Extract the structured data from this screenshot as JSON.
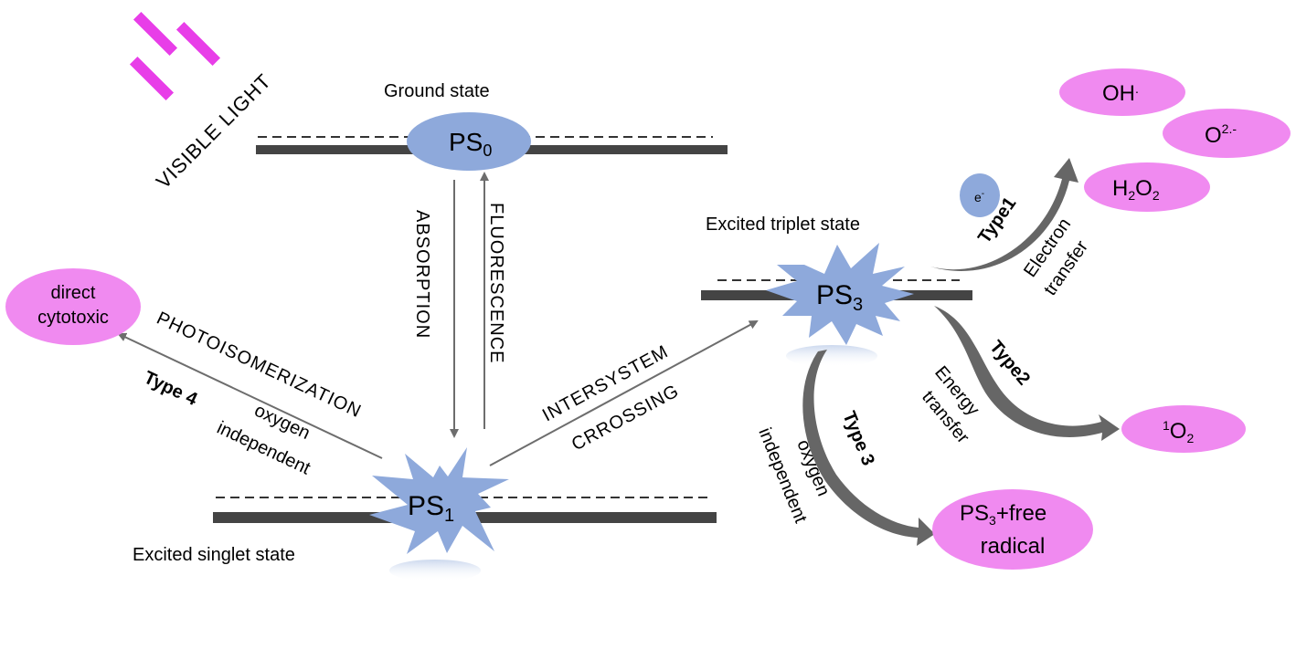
{
  "colors": {
    "level_line": "#444444",
    "ps_fill": "#8ea9db",
    "product_fill": "#f08af0",
    "light_ray": "#e83ee8",
    "arrow": "#6d6d6d"
  },
  "light": {
    "label": "VISIBLE LIGHT"
  },
  "states": {
    "ground": {
      "label": "Ground state",
      "ps_main": "PS",
      "ps_sub": "0"
    },
    "singlet": {
      "label": "Excited singlet state",
      "ps_main": "PS",
      "ps_sub": "1"
    },
    "triplet": {
      "label": "Excited triplet state",
      "ps_main": "PS",
      "ps_sub": "3"
    }
  },
  "transitions": {
    "absorption": "ABSORPTION",
    "fluorescence": "FLUORESCENCE",
    "photoisomerization": "PHOTOISOMERIZATION",
    "isc_line1": "INTERSYSTEM",
    "isc_line2": "CRROSSING"
  },
  "pathways": {
    "type1": {
      "label": "Type1",
      "desc1": "Electron",
      "desc2": "transfer",
      "electron": "e",
      "electron_sup": "-"
    },
    "type2": {
      "label": "Type2",
      "desc1": "Energy",
      "desc2": "transfer"
    },
    "type3": {
      "label": "Type 3",
      "desc1": "oxygen",
      "desc2": "independent"
    },
    "type4": {
      "label": "Type 4",
      "desc1": "oxygen",
      "desc2": "independent"
    }
  },
  "products": {
    "oh": {
      "main": "OH",
      "sup": "."
    },
    "superoxide": {
      "main": "O",
      "sup": "2.-"
    },
    "h2o2": {
      "p1": "H",
      "s1": "2",
      "p2": "O",
      "s2": "2"
    },
    "singlet_oxygen": {
      "sup": "1",
      "main": "O",
      "sub": "2"
    },
    "ps3_free_radical": {
      "p1": "PS",
      "s1": "3",
      "p2": "+free",
      "line2": "radical"
    },
    "direct_cytotoxic": {
      "line1": "direct",
      "line2": "cytotoxic"
    }
  }
}
